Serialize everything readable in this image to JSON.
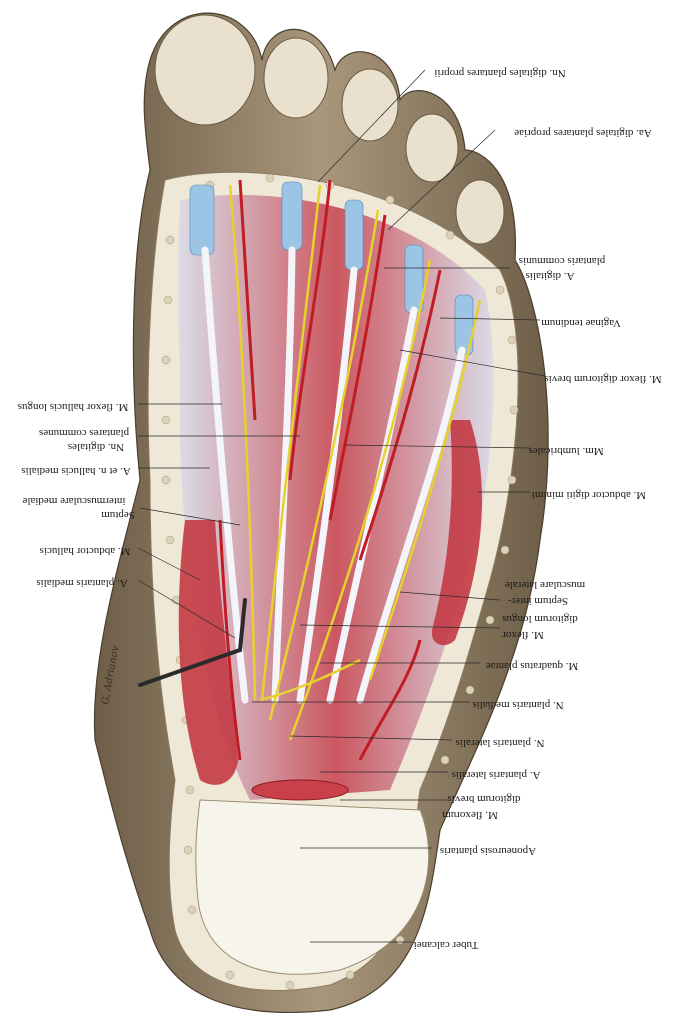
{
  "diagram": {
    "signature": "G. Adrianov",
    "labels": {
      "nn_digitales_plantares_proprii": "Nn. digitales plantares proprii",
      "aa_digitales_plantares_propriae": "Aa. digitales plantares propriae",
      "plantaris_communis": "plantaris communis",
      "a_digitalis": "A. digitalis",
      "vaginae_tendinum": "Vaginae tendinum",
      "m_flexor_digitorum_brevis_top": "M. flexor digitorum brevis",
      "mm_lumbricales": "Mm. lumbricales",
      "m_abductor_digiti_minimi": "M. abductor digiti minimi",
      "musculare_laterale": "musculare laterale",
      "septum_inter": "Septum inter-",
      "digitorum_longus": "digitorum longus",
      "m_flexor_right": "M. flexor",
      "m_quadratus_plantae": "M. quadratus plantae",
      "n_plantaris_medialis": "N. plantaris medialis",
      "n_plantaris_lateralis": "N. plantaris lateralis",
      "a_plantaris_lateralis": "A. plantaris lateralis",
      "digitorum_brevis": "digitorum brevis",
      "m_flexorum": "M. flexorum",
      "aponeurosis_plantaris": "Aponeurosis plantaris",
      "tuber_calcanei": "Tuber calcanei",
      "m_flexor_hallucis_longus": "M. flexor hallucis longus",
      "plantares_communes": "plantares communes",
      "nn_digitales": "Nn. digitales",
      "a_et_n_hallucis_medialis": "A. et n. hallucis medialis",
      "intermusculare_mediale": "intermusculare mediale",
      "septum": "Septum",
      "m_abductor_hallucis": "M. abductor hallucis",
      "a_plantaris_medialis": "A. plantaris medialis"
    },
    "colors": {
      "skin": "#8c7a62",
      "skin_light": "#c9b99e",
      "toe": "#ece5d4",
      "fat_pad": "#f3eee1",
      "muscle": "#c8404a",
      "artery": "#c01c24",
      "nerve": "#e8d43a",
      "tendon": "#eef0f6",
      "sheath": "#9cc4e4"
    }
  }
}
